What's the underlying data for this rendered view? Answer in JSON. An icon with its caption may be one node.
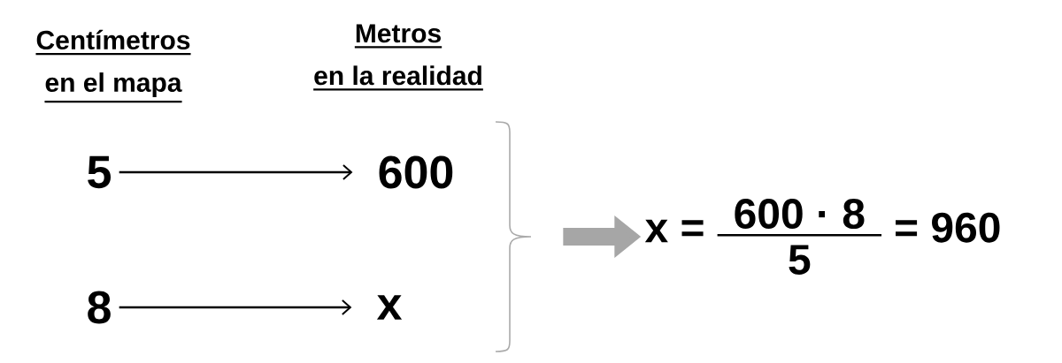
{
  "diagram": {
    "nodes": [
      {
        "text": [
          "5"
        ]
      },
      {
        "text": [
          "600"
        ]
      },
      {
        "text": [
          "8"
        ]
      },
      {
        "text": [
          "x"
        ]
      },
      {
        "text": [
          "x =",
          "600 · 8",
          "5",
          "= 960"
        ]
      }
    ],
    "edges": [
      {
        "from": 0,
        "to": 1,
        "arrow": "to"
      },
      {
        "from": 2,
        "to": 3,
        "arrow": "to"
      },
      {
        "from": null,
        "to": 4,
        "arrow": "to",
        "style": "thick",
        "color": "#a6a6a6"
      }
    ],
    "labels": [
      "Centímetros en el mapa",
      "Metros en la realidad"
    ]
  }
}
